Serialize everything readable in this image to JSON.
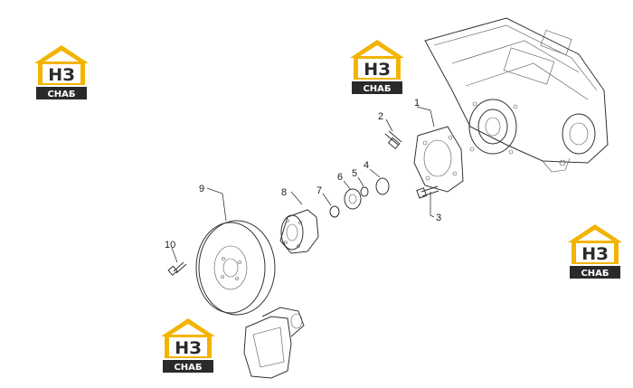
{
  "watermark": {
    "text_top": "НЗ",
    "text_bottom": "СНАБ",
    "colors": {
      "roof": "#f2b400",
      "box": "#f2b400",
      "letters": "#2a2a2a",
      "band": "#2a2a2a",
      "band_text": "#ffffff"
    }
  },
  "callouts": [
    "1",
    "2",
    "3",
    "4",
    "5",
    "6",
    "7",
    "8",
    "9",
    "10"
  ]
}
